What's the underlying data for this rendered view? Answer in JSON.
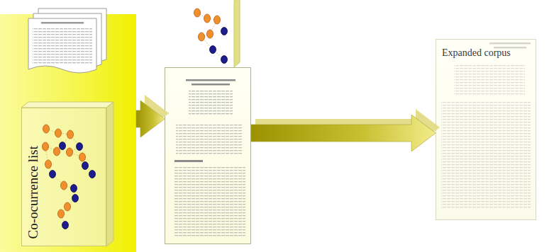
{
  "diagram": {
    "nodes": [
      {
        "text": []
      },
      {
        "text": [
          "Co-ocurrence list"
        ],
        "in": 0
      },
      {
        "text": []
      },
      {
        "text": [
          "ence list"
        ],
        "in": 2
      },
      {
        "text": [
          "Expanded corpus"
        ]
      }
    ],
    "edges": [
      {
        "from": 0,
        "to": 2,
        "arrow": "to"
      },
      {
        "from": 2,
        "to": 4,
        "arrow": "to"
      }
    ]
  }
}
